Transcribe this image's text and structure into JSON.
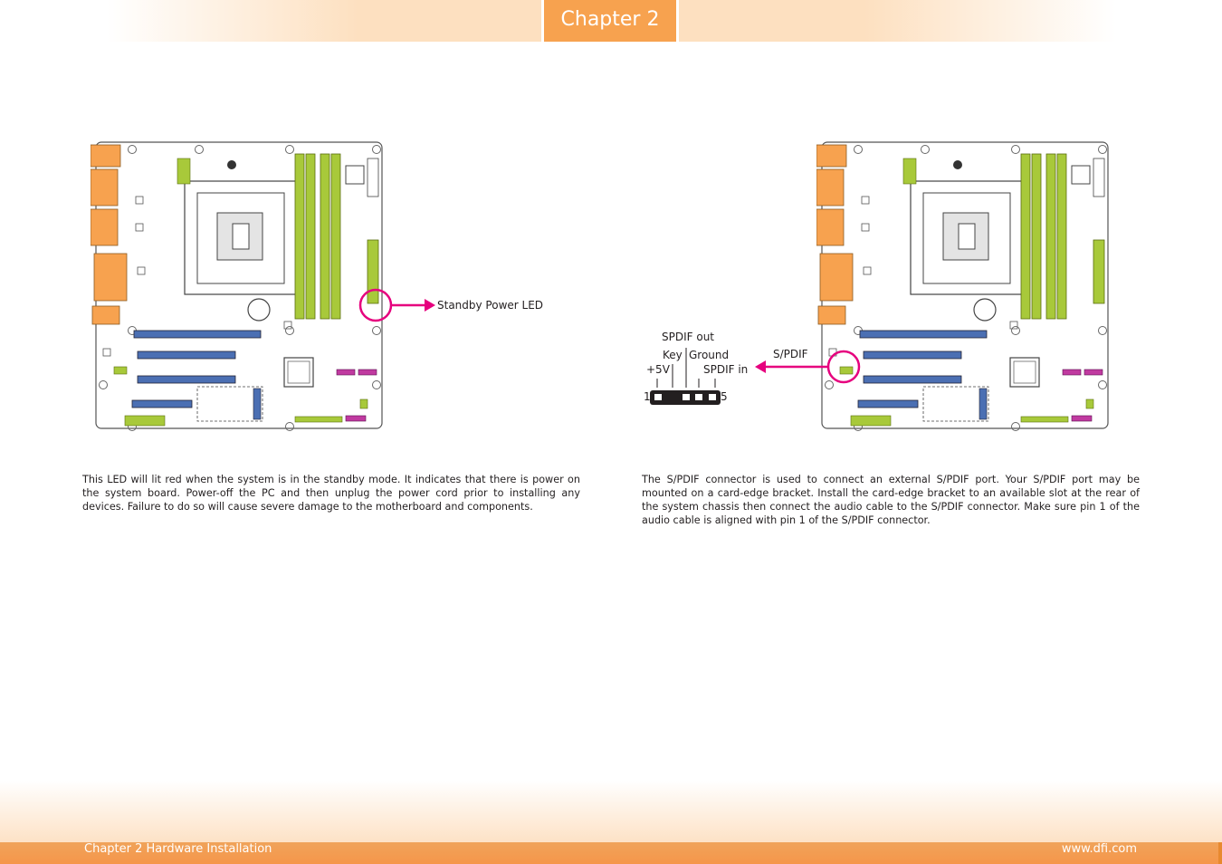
{
  "header": {
    "chapter_tab": "Chapter 2"
  },
  "left_section": {
    "callout_label": "Standby Power LED",
    "description": "This LED will lit red when the system is in the standby mode. It indicates that there is power on the system board. Power-off the PC and then unplug the power cord prior to installing any devices. Failure to do so will cause severe damage to the motherboard and components."
  },
  "right_section": {
    "callout_label": "S/PDIF",
    "pinout": {
      "spdif_out": "SPDIF out",
      "key": "Key",
      "ground": "Ground",
      "plus5v": "+5V",
      "spdif_in": "SPDIF in",
      "pin_first": "1",
      "pin_last": "5"
    },
    "description": "The S/PDIF connector is used to connect an external S/PDIF port. Your S/PDIF port may be mounted on a card-edge bracket. Install the card-edge bracket to an available slot at the rear of the system chassis then connect the audio cable to the S/PDIF connector. Make sure pin 1 of the audio cable is aligned with pin 1 of the S/PDIF connector."
  },
  "footer": {
    "left_text": "Chapter 2 Hardware Installation",
    "right_text": "www.dfi.com"
  },
  "colors": {
    "accent_orange": "#f7a24f",
    "callout_magenta": "#e6007e",
    "dimm_green": "#a8c93a",
    "slot_blue": "#4b6fb3"
  }
}
